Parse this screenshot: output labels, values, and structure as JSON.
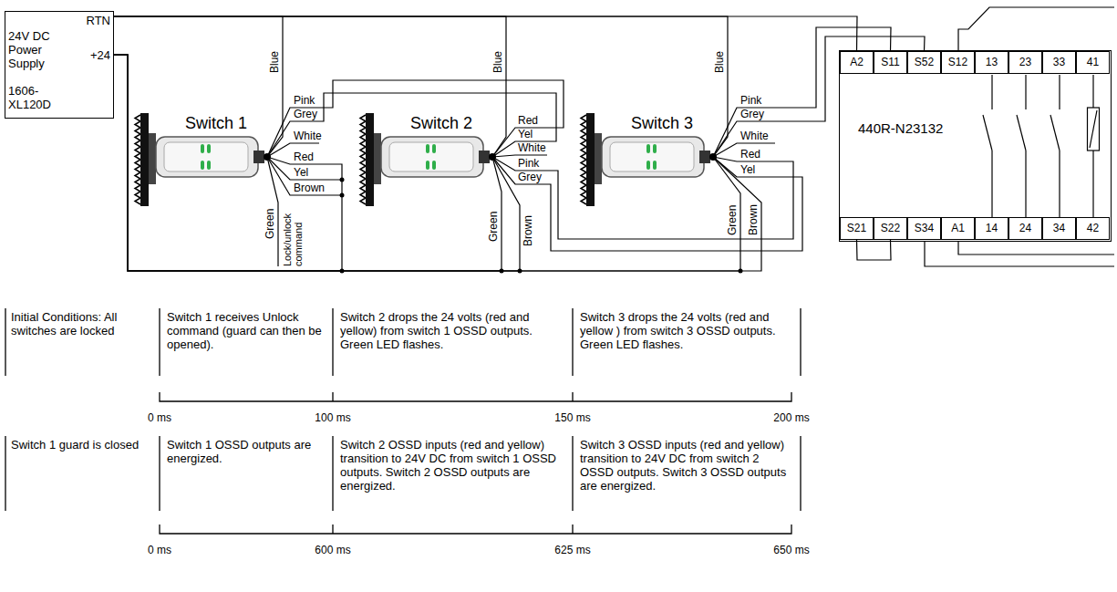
{
  "diagram": {
    "nodes": [
      {
        "text": [
          "RTN",
          "24V DC Power Supply",
          "+24",
          "1606-XL120D"
        ]
      },
      {
        "text": [
          "Switch 1"
        ]
      },
      {
        "text": [
          "Switch 2"
        ]
      },
      {
        "text": [
          "Switch 3"
        ]
      },
      {
        "text": [
          "440R-N23132"
        ]
      },
      {
        "text": [
          "A2"
        ],
        "in": 4
      },
      {
        "text": [
          "S11"
        ],
        "in": 4
      },
      {
        "text": [
          "S52"
        ],
        "in": 4
      },
      {
        "text": [
          "S12"
        ],
        "in": 4
      },
      {
        "text": [
          "13"
        ],
        "in": 4
      },
      {
        "text": [
          "23"
        ],
        "in": 4
      },
      {
        "text": [
          "33"
        ],
        "in": 4
      },
      {
        "text": [
          "41"
        ],
        "in": 4
      },
      {
        "text": [
          "S21"
        ],
        "in": 4
      },
      {
        "text": [
          "S22"
        ],
        "in": 4
      },
      {
        "text": [
          "S34"
        ],
        "in": 4
      },
      {
        "text": [
          "A1"
        ],
        "in": 4
      },
      {
        "text": [
          "14"
        ],
        "in": 4
      },
      {
        "text": [
          "24"
        ],
        "in": 4
      },
      {
        "text": [
          "34"
        ],
        "in": 4
      },
      {
        "text": [
          "42"
        ],
        "in": 4
      }
    ],
    "edges": [
      {
        "from": 0,
        "to": 1,
        "arrow": "none"
      },
      {
        "from": 0,
        "to": 2,
        "arrow": "none"
      },
      {
        "from": 0,
        "to": 3,
        "arrow": "none"
      },
      {
        "from": 0,
        "to": 5,
        "arrow": "none"
      },
      {
        "from": 0,
        "to": 1,
        "arrow": "none"
      },
      {
        "from": 0,
        "to": 2,
        "arrow": "none"
      },
      {
        "from": 0,
        "to": 2,
        "arrow": "none"
      },
      {
        "from": 0,
        "to": 3,
        "arrow": "none"
      },
      {
        "from": 0,
        "to": 3,
        "arrow": "none"
      },
      {
        "from": 1,
        "to": 2,
        "arrow": "none"
      },
      {
        "from": 1,
        "to": 2,
        "arrow": "none"
      },
      {
        "from": 2,
        "to": 3,
        "arrow": "none"
      },
      {
        "from": 2,
        "to": 3,
        "arrow": "none"
      },
      {
        "from": 3,
        "to": 6,
        "arrow": "none"
      },
      {
        "from": 3,
        "to": 7,
        "arrow": "none"
      },
      {
        "from": 13,
        "to": 14,
        "arrow": "none"
      }
    ],
    "labels": [
      "Blue",
      "Pink",
      "Grey",
      "White",
      "Red",
      "Yel",
      "Brown",
      "Green",
      "Lock/unlock command",
      "Blue",
      "Red",
      "Yel",
      "White",
      "Pink",
      "Grey",
      "Brown",
      "Green",
      "Blue",
      "Pink",
      "Grey",
      "White",
      "Red",
      "Yel",
      "Green",
      "Brown",
      "Initial Conditions: All switches are locked",
      "Switch 1 receives Unlock command (guard can then be opened).",
      "Switch 2 drops the 24 volts (red and yellow) from switch 1 OSSD outputs. Green LED flashes.",
      "Switch 3 drops the 24 volts (red and yellow ) from switch 3 OSSD outputs. Green LED flashes.",
      "0 ms",
      "100 ms",
      "150 ms",
      "200 ms",
      "Switch 1 guard is closed",
      "Switch 1 OSSD outputs are energized.",
      "Switch 2 OSSD inputs (red and yellow) transition to 24V DC from switch 1 OSSD outputs. Switch 2 OSSD outputs are energized.",
      "Switch 3 OSSD inputs (red and yellow) transition to 24V DC from switch 2 OSSD outputs. Switch 3 OSSD outputs are energized.",
      "0 ms",
      "600 ms",
      "625 ms",
      "650 ms"
    ]
  }
}
